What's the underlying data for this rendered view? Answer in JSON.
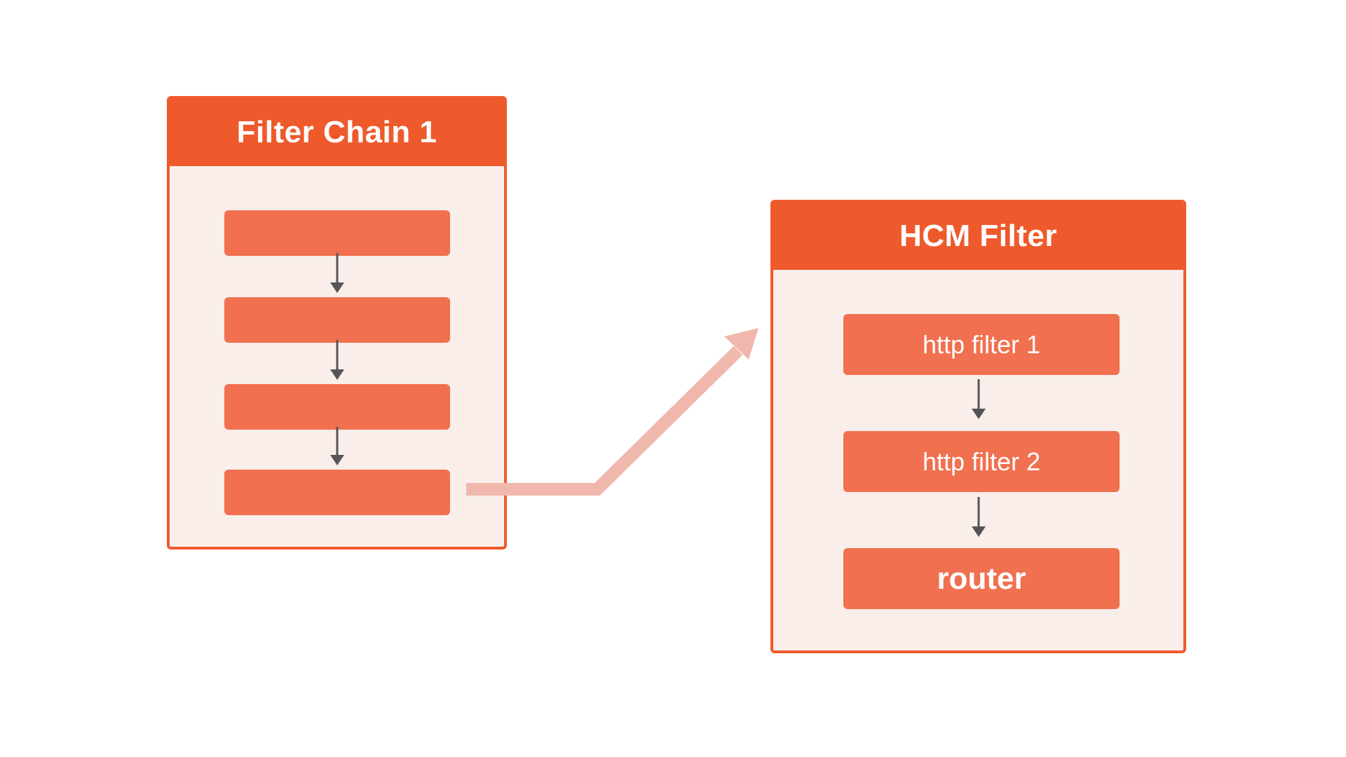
{
  "colors": {
    "accent": "#ef5a2c",
    "block": "#f07050",
    "panel_bg": "#f9eeea",
    "connector": "#f0b8ad",
    "arrow": "#555555"
  },
  "left_panel": {
    "title": "Filter Chain 1",
    "blocks": [
      "",
      "",
      "",
      ""
    ]
  },
  "right_panel": {
    "title": "HCM Filter",
    "blocks": [
      "http filter 1",
      "http filter 2",
      "router"
    ]
  }
}
